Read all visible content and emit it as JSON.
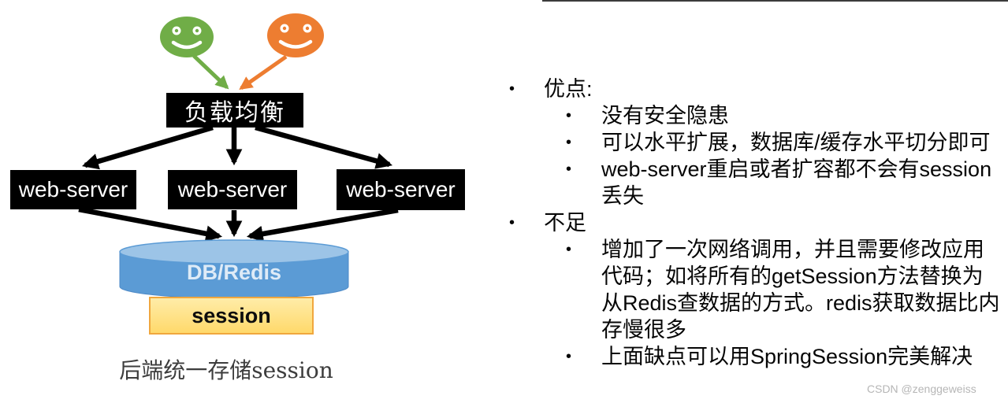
{
  "diagram": {
    "load_balancer": "负载均衡",
    "web_servers": [
      "web-server",
      "web-server",
      "web-server"
    ],
    "database": "DB/Redis",
    "session": "session",
    "caption": "后端统一存储session",
    "users": [
      "user-green",
      "user-orange"
    ],
    "colors": {
      "green": "#70AD47",
      "orange": "#ED7D31",
      "node_bg": "#000000",
      "node_text": "#FFFFFF",
      "db_body": "#5B9BD5",
      "db_top": "#9CC4E7",
      "db_text": "#DEEBF7",
      "session_bg": "#FFE18A",
      "session_border": "#F0A73E",
      "arrow": "#000000"
    }
  },
  "notes": {
    "items": [
      {
        "label": "优点:",
        "children": [
          "没有安全隐患",
          "可以水平扩展，数据库/缓存水平切分即可",
          "web-server重启或者扩容都不会有session丢失"
        ]
      },
      {
        "label": "不足",
        "children": [
          "增加了一次网络调用，并且需要修改应用代码；如将所有的getSession方法替换为从Redis查数据的方式。redis获取数据比内存慢很多",
          "上面缺点可以用SpringSession完美解决"
        ]
      }
    ]
  },
  "watermark": "CSDN @zenggeweiss"
}
